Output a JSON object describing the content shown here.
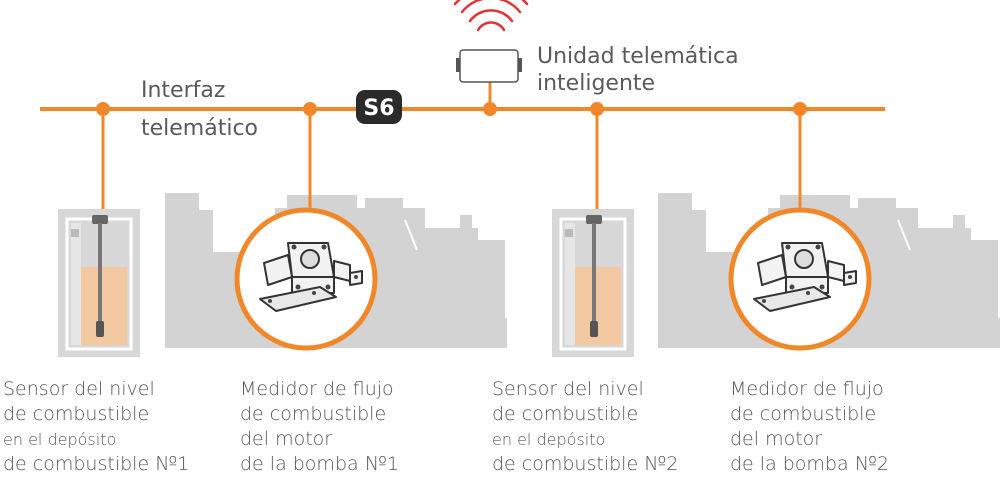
{
  "bus": {
    "label_line1": "Interfaz",
    "label_line2": "telemático",
    "protocol_badge": "S6",
    "color": "#f0882a"
  },
  "telematics_unit": {
    "label_line1": "Unidad telemática",
    "label_line2": "inteligente",
    "icon": "wireless-signal-icon"
  },
  "devices": [
    {
      "lines": [
        "Sensor del nivel",
        "de combustible",
        "en el depósito",
        "de combustible №1"
      ],
      "icon": "fuel-level-sensor-icon"
    },
    {
      "lines": [
        "Medidor de flujo",
        "de combustible",
        "del motor",
        "de la bomba №1"
      ],
      "icon": "fuel-flow-meter-icon"
    },
    {
      "lines": [
        "Sensor del nivel",
        "de combustible",
        "en el depósito",
        "de combustible №2"
      ],
      "icon": "fuel-level-sensor-icon"
    },
    {
      "lines": [
        "Medidor de flujo",
        "de combustible",
        "del motor",
        "de la bomba №2"
      ],
      "icon": "fuel-flow-meter-icon"
    }
  ],
  "colors": {
    "accent": "#f0882a",
    "equipment_gray": "#d3d3d3",
    "text": "#555555",
    "fuel": "#f3c9a2"
  }
}
